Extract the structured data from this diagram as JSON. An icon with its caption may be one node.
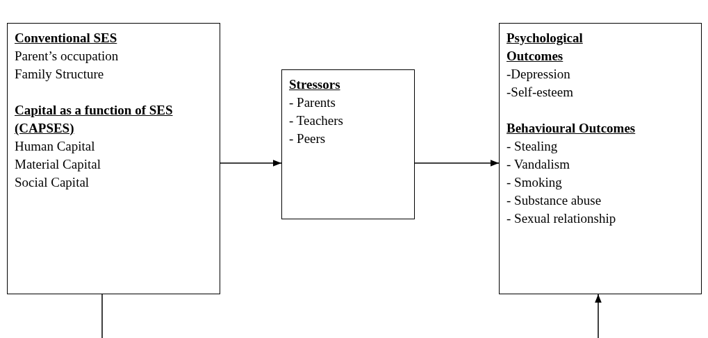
{
  "diagram": {
    "nodes": [
      {
        "text": [
          "Conventional SES",
          "Parent’s occupation",
          "Family Structure",
          "Capital as a function of SES (CAPSES)",
          "Human Capital",
          "Material Capital",
          "Social Capital"
        ]
      },
      {
        "text": [
          "Stressors",
          "- Parents",
          "- Teachers",
          "- Peers"
        ]
      },
      {
        "text": [
          "Psychological Outcomes",
          "-Depression",
          "-Self-esteem",
          "Behavioural Outcomes",
          "- Stealing",
          "- Vandalism",
          "- Smoking",
          "- Substance abuse",
          "- Sexual relationship"
        ]
      }
    ],
    "edges": [
      {
        "from": 0,
        "to": 1,
        "arrow": "to"
      },
      {
        "from": 1,
        "to": 2,
        "arrow": "to"
      },
      {
        "from": 0,
        "to": null,
        "arrow": "none"
      },
      {
        "from": null,
        "to": 2,
        "arrow": "to"
      }
    ]
  }
}
